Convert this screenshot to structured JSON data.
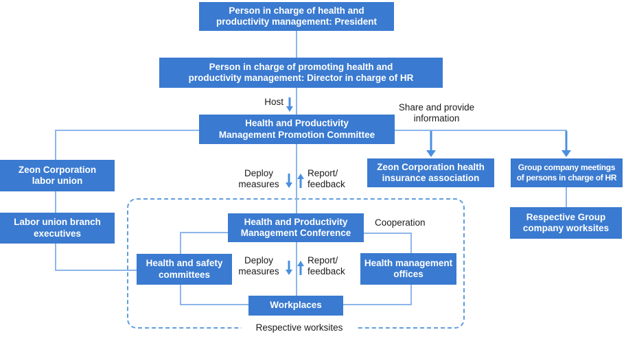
{
  "colors": {
    "box_fill": "#3a7ad0",
    "box_text": "#ffffff",
    "line": "#8cb6ea",
    "dashed_border": "#5f9ddd",
    "arrow": "#4a8fe0",
    "label_text": "#1a1a1a",
    "background": "#ffffff"
  },
  "nodes": {
    "president": {
      "label": "Person in charge of health and\nproductivity management: President"
    },
    "hr_director": {
      "label": "Person in charge of promoting health and\nproductivity management: Director in charge of HR"
    },
    "promotion_committee": {
      "label": "Health and Productivity\nManagement Promotion Committee"
    },
    "labor_union": {
      "label": "Zeon Corporation\nlabor union"
    },
    "branch_executives": {
      "label": "Labor union branch\nexecutives"
    },
    "insurance_association": {
      "label": "Zeon Corporation health\ninsurance association"
    },
    "group_hr_meetings": {
      "label": "Group company meetings\nof persons in charge of HR"
    },
    "group_worksites": {
      "label": "Respective Group\ncompany worksites"
    },
    "management_conference": {
      "label": "Health and Productivity\nManagement Conference"
    },
    "safety_committees": {
      "label": "Health and safety\ncommittees"
    },
    "management_offices": {
      "label": "Health management\noffices"
    },
    "workplaces": {
      "label": "Workplaces"
    }
  },
  "edge_labels": {
    "host": "Host",
    "share_information": "Share and provide\ninformation",
    "deploy_measures_upper": "Deploy\nmeasures",
    "report_feedback_upper": "Report/\nfeedback",
    "cooperation": "Cooperation",
    "deploy_measures_lower": "Deploy\nmeasures",
    "report_feedback_lower": "Report/\nfeedback",
    "respective_worksites": "Respective worksites"
  }
}
